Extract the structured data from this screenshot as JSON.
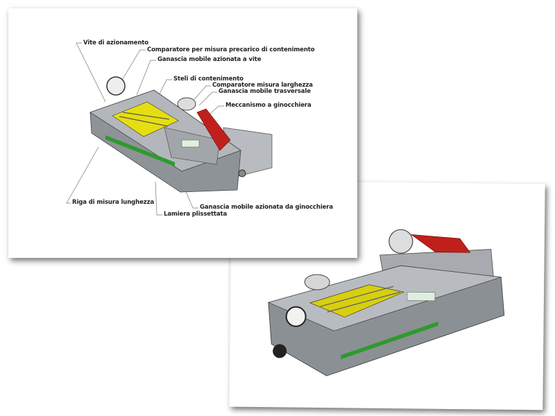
{
  "drawing_labeled": {
    "labels": {
      "vite": "Vite di azionamento",
      "comparatore_precarico": "Comparatore per misura precarico di contenimento",
      "ganascia_vite": "Ganascia mobile azionata a vite",
      "steli": "Steli di contenimento",
      "comparatore_larghezza": "Comparatore misura larghezza",
      "ganascia_trasversale": "Ganascia mobile trasversale",
      "meccanismo": "Meccanismo a ginocchiera",
      "riga": "Riga di misura lunghezza",
      "ganascia_ginocchiera": "Ganascia mobile azionata da ginocchiera",
      "lamiera": "Lamiera plissettata"
    }
  },
  "colors": {
    "body": "#9a9ea3",
    "grid": "#e8e000",
    "rail": "#2e9a2e",
    "lever": "#c0201c"
  }
}
